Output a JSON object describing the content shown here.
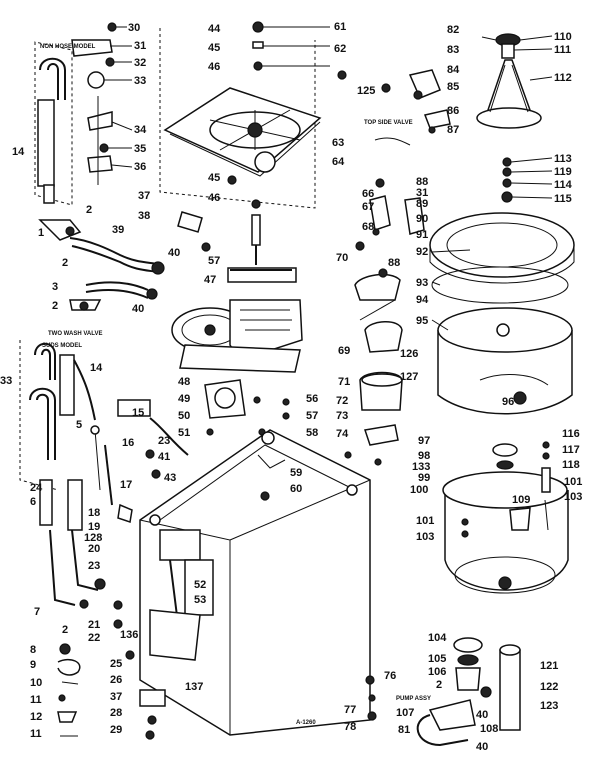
{
  "notes": {
    "top_left": "NON HOSE MODEL",
    "mid_left_1": "TWO WASH VALVE",
    "mid_left_2": "SUDS MODEL",
    "pump_note": "PUMP ASSY",
    "mid_note": "TOP SIDE VALVE",
    "code": "A-1260"
  },
  "callouts": [
    {
      "name": "callout-30",
      "text": "30"
    },
    {
      "name": "callout-31",
      "text": "31"
    },
    {
      "name": "callout-32",
      "text": "32"
    },
    {
      "name": "callout-33",
      "text": "33"
    },
    {
      "name": "callout-34",
      "text": "34"
    },
    {
      "name": "callout-35",
      "text": "35"
    },
    {
      "name": "callout-36",
      "text": "36"
    },
    {
      "name": "callout-14a",
      "text": "14"
    },
    {
      "name": "callout-2a",
      "text": "2"
    },
    {
      "name": "callout-1",
      "text": "1"
    },
    {
      "name": "callout-39",
      "text": "39"
    },
    {
      "name": "callout-2b",
      "text": "2"
    },
    {
      "name": "callout-40a",
      "text": "40"
    },
    {
      "name": "callout-3",
      "text": "3"
    },
    {
      "name": "callout-2c",
      "text": "2"
    },
    {
      "name": "callout-40b",
      "text": "40"
    },
    {
      "name": "callout-44",
      "text": "44"
    },
    {
      "name": "callout-45a",
      "text": "45"
    },
    {
      "name": "callout-46a",
      "text": "46"
    },
    {
      "name": "callout-61",
      "text": "61"
    },
    {
      "name": "callout-62",
      "text": "62"
    },
    {
      "name": "callout-45b",
      "text": "45"
    },
    {
      "name": "callout-46b",
      "text": "46"
    },
    {
      "name": "callout-37a",
      "text": "37"
    },
    {
      "name": "callout-38",
      "text": "38"
    },
    {
      "name": "callout-57a",
      "text": "57"
    },
    {
      "name": "callout-47",
      "text": "47"
    },
    {
      "name": "callout-82",
      "text": "82"
    },
    {
      "name": "callout-83",
      "text": "83"
    },
    {
      "name": "callout-84",
      "text": "84"
    },
    {
      "name": "callout-85",
      "text": "85"
    },
    {
      "name": "callout-125",
      "text": "125"
    },
    {
      "name": "callout-86",
      "text": "86"
    },
    {
      "name": "callout-87",
      "text": "87"
    },
    {
      "name": "callout-63",
      "text": "63"
    },
    {
      "name": "callout-64",
      "text": "64"
    },
    {
      "name": "callout-66",
      "text": "66"
    },
    {
      "name": "callout-67",
      "text": "67"
    },
    {
      "name": "callout-88a",
      "text": "88"
    },
    {
      "name": "callout-31b",
      "text": "31"
    },
    {
      "name": "callout-89",
      "text": "89"
    },
    {
      "name": "callout-90",
      "text": "90"
    },
    {
      "name": "callout-68",
      "text": "68"
    },
    {
      "name": "callout-91",
      "text": "91"
    },
    {
      "name": "callout-92",
      "text": "92"
    },
    {
      "name": "callout-70",
      "text": "70"
    },
    {
      "name": "callout-88b",
      "text": "88"
    },
    {
      "name": "callout-93",
      "text": "93"
    },
    {
      "name": "callout-94",
      "text": "94"
    },
    {
      "name": "callout-95",
      "text": "95"
    },
    {
      "name": "callout-110",
      "text": "110"
    },
    {
      "name": "callout-111",
      "text": "111"
    },
    {
      "name": "callout-112",
      "text": "112"
    },
    {
      "name": "callout-113",
      "text": "113"
    },
    {
      "name": "callout-119",
      "text": "119"
    },
    {
      "name": "callout-114",
      "text": "114"
    },
    {
      "name": "callout-115",
      "text": "115"
    },
    {
      "name": "callout-33b",
      "text": "33"
    },
    {
      "name": "callout-14b",
      "text": "14"
    },
    {
      "name": "callout-5",
      "text": "5"
    },
    {
      "name": "callout-24",
      "text": "24"
    },
    {
      "name": "callout-6",
      "text": "6"
    },
    {
      "name": "callout-7",
      "text": "7"
    },
    {
      "name": "callout-2d",
      "text": "2"
    },
    {
      "name": "callout-8",
      "text": "8"
    },
    {
      "name": "callout-9",
      "text": "9"
    },
    {
      "name": "callout-10",
      "text": "10"
    },
    {
      "name": "callout-11a",
      "text": "11"
    },
    {
      "name": "callout-12",
      "text": "12"
    },
    {
      "name": "callout-11b",
      "text": "11"
    },
    {
      "name": "callout-48",
      "text": "48"
    },
    {
      "name": "callout-49",
      "text": "49"
    },
    {
      "name": "callout-15",
      "text": "15"
    },
    {
      "name": "callout-50",
      "text": "50"
    },
    {
      "name": "callout-51",
      "text": "51"
    },
    {
      "name": "callout-56",
      "text": "56"
    },
    {
      "name": "callout-57b",
      "text": "57"
    },
    {
      "name": "callout-58",
      "text": "58"
    },
    {
      "name": "callout-16",
      "text": "16"
    },
    {
      "name": "callout-23a",
      "text": "23"
    },
    {
      "name": "callout-41",
      "text": "41"
    },
    {
      "name": "callout-43",
      "text": "43"
    },
    {
      "name": "callout-17",
      "text": "17"
    },
    {
      "name": "callout-18",
      "text": "18"
    },
    {
      "name": "callout-19",
      "text": "19"
    },
    {
      "name": "callout-128",
      "text": "128"
    },
    {
      "name": "callout-20",
      "text": "20"
    },
    {
      "name": "callout-23b",
      "text": "23"
    },
    {
      "name": "callout-21",
      "text": "21"
    },
    {
      "name": "callout-22",
      "text": "22"
    },
    {
      "name": "callout-136",
      "text": "136"
    },
    {
      "name": "callout-52",
      "text": "52"
    },
    {
      "name": "callout-53",
      "text": "53"
    },
    {
      "name": "callout-25",
      "text": "25"
    },
    {
      "name": "callout-26",
      "text": "26"
    },
    {
      "name": "callout-37b",
      "text": "37"
    },
    {
      "name": "callout-28",
      "text": "28"
    },
    {
      "name": "callout-29",
      "text": "29"
    },
    {
      "name": "callout-137",
      "text": "137"
    },
    {
      "name": "callout-59",
      "text": "59"
    },
    {
      "name": "callout-60",
      "text": "60"
    },
    {
      "name": "callout-69",
      "text": "69"
    },
    {
      "name": "callout-71",
      "text": "71"
    },
    {
      "name": "callout-72",
      "text": "72"
    },
    {
      "name": "callout-73",
      "text": "73"
    },
    {
      "name": "callout-74",
      "text": "74"
    },
    {
      "name": "callout-126",
      "text": "126"
    },
    {
      "name": "callout-127",
      "text": "127"
    },
    {
      "name": "callout-96",
      "text": "96"
    },
    {
      "name": "callout-97",
      "text": "97"
    },
    {
      "name": "callout-98",
      "text": "98"
    },
    {
      "name": "callout-133",
      "text": "133"
    },
    {
      "name": "callout-99",
      "text": "99"
    },
    {
      "name": "callout-100",
      "text": "100"
    },
    {
      "name": "callout-116",
      "text": "116"
    },
    {
      "name": "callout-117",
      "text": "117"
    },
    {
      "name": "callout-118",
      "text": "118"
    },
    {
      "name": "callout-101a",
      "text": "101"
    },
    {
      "name": "callout-103a",
      "text": "103"
    },
    {
      "name": "callout-109",
      "text": "109"
    },
    {
      "name": "callout-101b",
      "text": "101"
    },
    {
      "name": "callout-103b",
      "text": "103"
    },
    {
      "name": "callout-104",
      "text": "104"
    },
    {
      "name": "callout-105",
      "text": "105"
    },
    {
      "name": "callout-106",
      "text": "106"
    },
    {
      "name": "callout-2e",
      "text": "2"
    },
    {
      "name": "callout-121",
      "text": "121"
    },
    {
      "name": "callout-122",
      "text": "122"
    },
    {
      "name": "callout-123",
      "text": "123"
    },
    {
      "name": "callout-76",
      "text": "76"
    },
    {
      "name": "callout-77",
      "text": "77"
    },
    {
      "name": "callout-78",
      "text": "78"
    },
    {
      "name": "callout-107",
      "text": "107"
    },
    {
      "name": "callout-108",
      "text": "108"
    },
    {
      "name": "callout-40c",
      "text": "40"
    },
    {
      "name": "callout-40d",
      "text": "40"
    },
    {
      "name": "callout-81",
      "text": "81"
    }
  ]
}
